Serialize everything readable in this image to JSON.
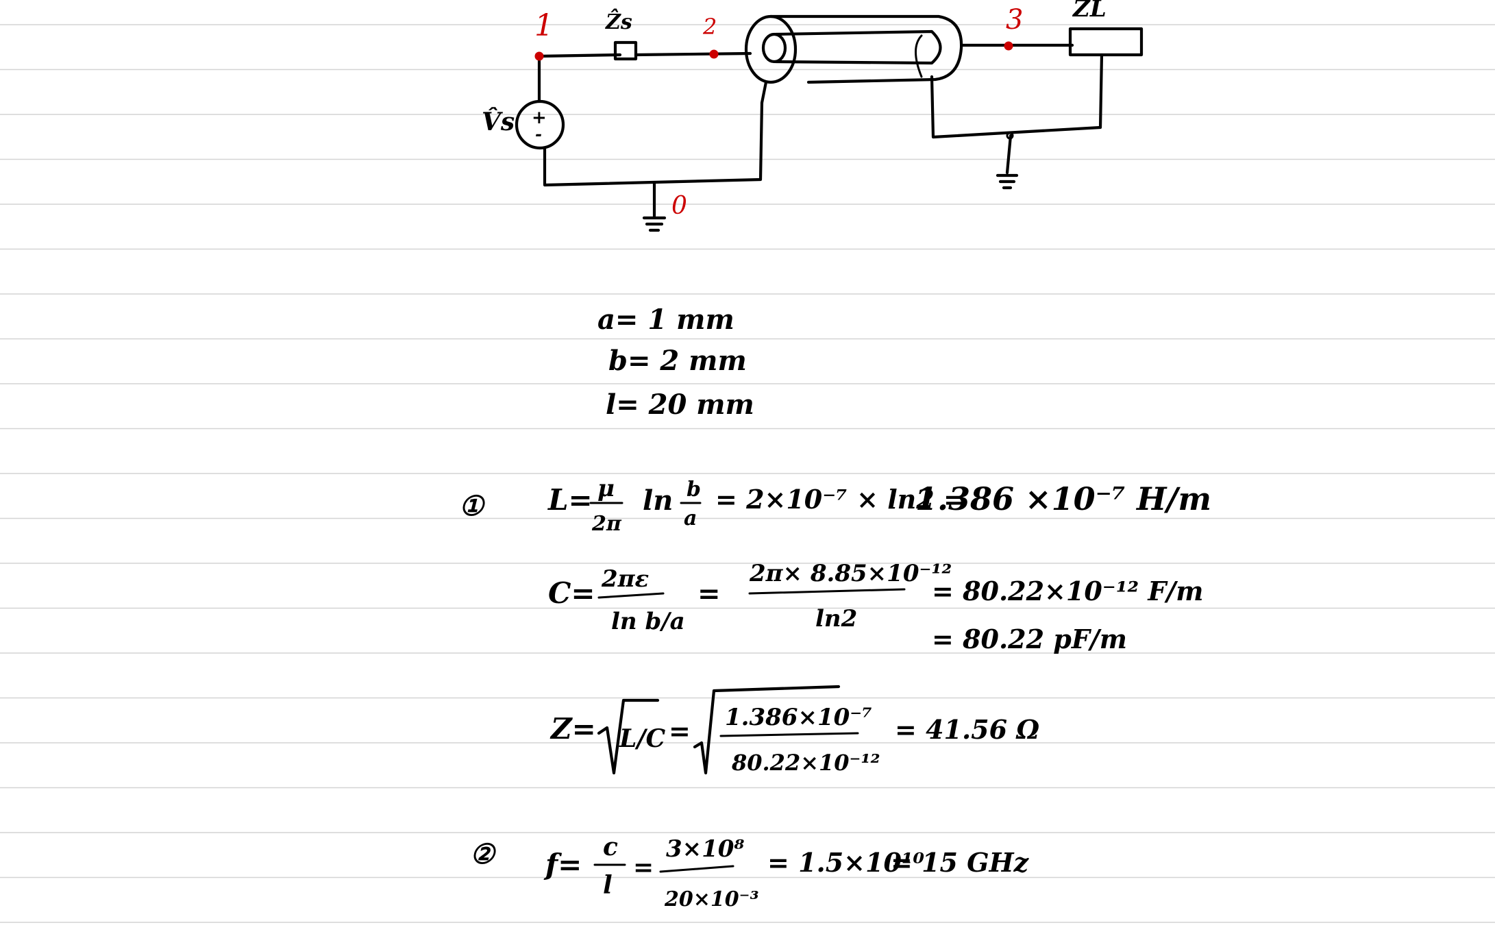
{
  "circuit": {
    "node_labels": [
      "1",
      "2",
      "3",
      "0"
    ],
    "source_label": "V̂s",
    "source_plus": "+",
    "source_minus": "-",
    "series_impedance_label": "Ẑs",
    "load_label": "ZL"
  },
  "givens": {
    "a": "a= 1 mm",
    "b": "b= 2 mm",
    "l": "l= 20 mm"
  },
  "step1": {
    "marker": "①",
    "L": {
      "lhs": "L=",
      "frac_num": "μ",
      "frac_den": "2π",
      "ln_part": "ln",
      "ln_num": "b",
      "ln_den": "a",
      "mid": "= 2×10⁻⁷ × ln2 =",
      "result": "1.386 ×10⁻⁷ H/m"
    },
    "C": {
      "lhs": "C=",
      "num1": "2πε",
      "den1": "ln b/a",
      "eq1": "=",
      "num2": "2π× 8.85×10⁻¹²",
      "den2": "ln2",
      "result1": "= 80.22×10⁻¹² F/m",
      "result2": "= 80.22 pF/m"
    },
    "Z": {
      "lhs": "Z=",
      "sqrt_inner": "L/C",
      "eq": "=",
      "num": "1.386×10⁻⁷",
      "den": "80.22×10⁻¹²",
      "result": "= 41.56 Ω"
    }
  },
  "step2": {
    "marker": "②",
    "lhs": "f=",
    "num1": "c",
    "den1": "l",
    "eq1": "=",
    "num2": "3×10⁸",
    "den2": "20×10⁻³",
    "result1": "= 1.5×10¹⁰",
    "result2": "= 15 GHz"
  }
}
